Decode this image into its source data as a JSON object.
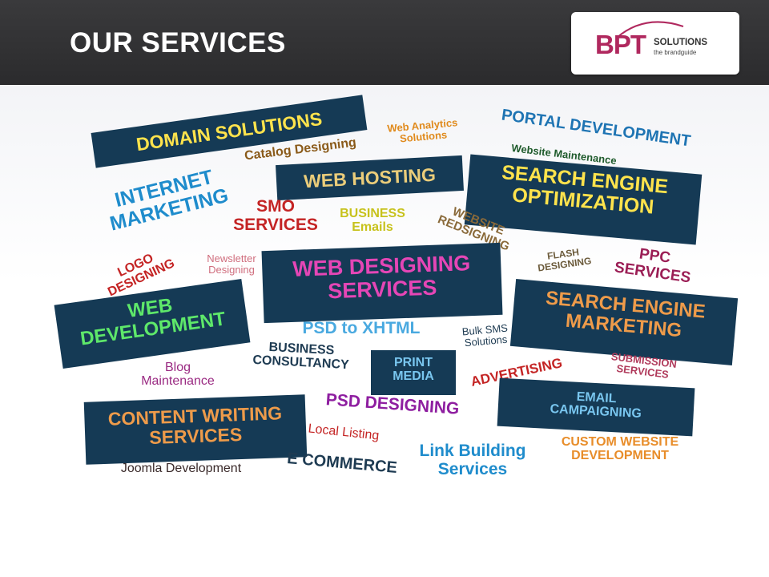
{
  "header": {
    "title": "OUR SERVICES",
    "logo": {
      "brand": "BPT",
      "suffix": "SOLUTIONS",
      "tagline": "the brandguide"
    }
  },
  "colors": {
    "header_bg": "#333335",
    "box_bg": "#153a55",
    "brand_magenta": "#b0285e"
  },
  "services": {
    "domain_solutions": "DOMAIN SOLUTIONS",
    "web_analytics": "Web Analytics\nSolutions",
    "portal_development": "PORTAL DEVELOPMENT",
    "catalog_designing": "Catalog Designing",
    "website_maintenance": "Website Maintenance",
    "web_hosting": "WEB HOSTING",
    "internet_marketing": "INTERNET\nMARKETING",
    "seo": "SEARCH ENGINE\nOPTIMIZATION",
    "smo_services": "SMO\nSERVICES",
    "business_emails": "BUSINESS\nEmails",
    "website_redesigning": "WEBSITE\nREDSIGNING",
    "logo_designing": "LOGO\nDESIGNING",
    "newsletter_designing": "Newsletter\nDesigning",
    "web_designing_services": "WEB DESIGNING\nSERVICES",
    "flash_designing": "FLASH\nDESIGNING",
    "ppc_services": "PPC\nSERVICES",
    "search_engine_marketing": "SEARCH ENGINE\nMARKETING",
    "web_development": "WEB\nDEVELOPMENT",
    "psd_to_xhtml": "PSD to XHTML",
    "bulk_sms": "Bulk SMS\nSolutions",
    "business_consultancy": "BUSINESS\nCONSULTANCY",
    "print_media": "PRINT\nMEDIA",
    "blog_maintenance": "Blog\nMaintenance",
    "advertising": "ADVERTISING",
    "submission_services": "SUBMISSION\nSERVICES",
    "email_campaigning": "EMAIL\nCAMPAIGNING",
    "content_writing": "CONTENT WRITING\nSERVICES",
    "psd_designing": "PSD DESIGNING",
    "local_listing": "Local Listing",
    "custom_website": "CUSTOM WEBSITE\nDEVELOPMENT",
    "link_building": "Link Building\nServices",
    "e_commerce": "E COMMERCE",
    "joomla_development": "Joomla Development"
  }
}
